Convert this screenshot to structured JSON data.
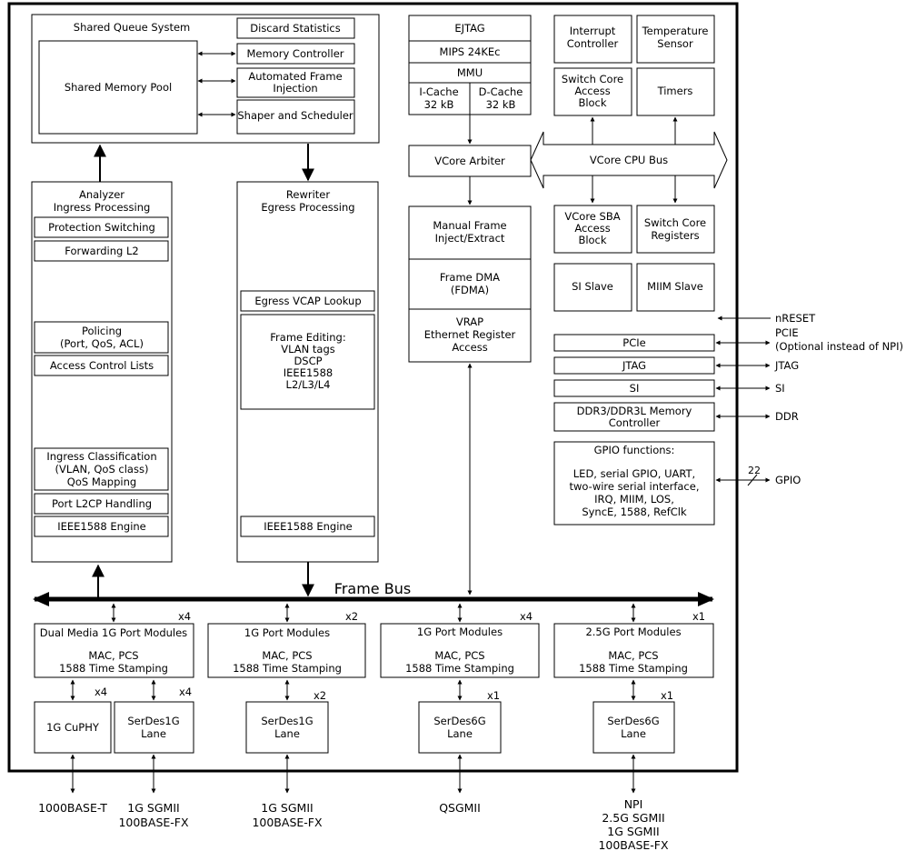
{
  "shared_queue": {
    "title": "Shared Queue System",
    "memory_pool": "Shared Memory Pool",
    "discard_stats": "Discard Statistics",
    "memory_controller": "Memory Controller",
    "afi": [
      "Automated Frame",
      "Injection"
    ],
    "shaper": "Shaper and Scheduler"
  },
  "analyzer": {
    "title": [
      "Analyzer",
      "Ingress Processing"
    ],
    "protection": "Protection Switching",
    "forwarding": "Forwarding L2",
    "policing": [
      "Policing",
      "(Port, QoS, ACL)"
    ],
    "acl": "Access Control Lists",
    "classification": [
      "Ingress Classification",
      "(VLAN, QoS class)",
      "QoS Mapping"
    ],
    "l2cp": "Port L2CP Handling",
    "ieee1588": "IEEE1588 Engine"
  },
  "rewriter": {
    "title": [
      "Rewriter",
      "Egress Processing"
    ],
    "vcap": "Egress VCAP Lookup",
    "editing": [
      "Frame Editing:",
      "VLAN tags",
      "DSCP",
      "IEEE1588",
      "L2/L3/L4"
    ],
    "ieee1588": "IEEE1588 Engine"
  },
  "cpu": {
    "ejtag": "EJTAG",
    "mips": "MIPS 24KEc",
    "mmu": "MMU",
    "icache": [
      "I-Cache",
      "32 kB"
    ],
    "dcache": [
      "D-Cache",
      "32 kB"
    ],
    "arbiter": "VCore Arbiter",
    "manual_frame": [
      "Manual Frame",
      "Inject/Extract"
    ],
    "fdma": [
      "Frame DMA",
      "(FDMA)"
    ],
    "vrap": [
      "VRAP",
      "Ethernet Register",
      "Access"
    ]
  },
  "right_blocks": {
    "interrupt": [
      "Interrupt",
      "Controller"
    ],
    "temperature": [
      "Temperature",
      "Sensor"
    ],
    "switch_core_access": [
      "Switch Core",
      "Access",
      "Block"
    ],
    "timers": "Timers",
    "cpu_bus": "VCore CPU Bus",
    "vcore_sba": [
      "VCore SBA",
      "Access",
      "Block"
    ],
    "switch_core_regs": [
      "Switch Core",
      "Registers"
    ],
    "si_slave": "SI Slave",
    "miim_slave": "MIIM Slave",
    "pcie": "PCIe",
    "jtag": "JTAG",
    "si": "SI",
    "ddr": [
      "DDR3/DDR3L Memory",
      "Controller"
    ],
    "gpio": [
      "GPIO functions:",
      "LED, serial GPIO, UART,",
      "two-wire serial interface,",
      "IRQ, MIIM, LOS,",
      "SyncE, 1588, RefClk"
    ]
  },
  "external": {
    "nreset": "nRESET",
    "pcie": [
      "PCIE",
      "(Optional instead of NPI)"
    ],
    "jtag": "JTAG",
    "si": "SI",
    "ddr": "DDR",
    "gpio": "GPIO",
    "gpio_width": "22"
  },
  "frame_bus": "Frame Bus",
  "ports": [
    {
      "title": "Dual Media 1G Port Modules",
      "mult": "x4",
      "body": [
        "MAC, PCS",
        "1588 Time Stamping"
      ]
    },
    {
      "title": "1G Port Modules",
      "mult": "x2",
      "body": [
        "MAC, PCS",
        "1588 Time Stamping"
      ]
    },
    {
      "title": "1G Port Modules",
      "mult": "x4",
      "body": [
        "MAC, PCS",
        "1588 Time Stamping"
      ]
    },
    {
      "title": "2.5G Port Modules",
      "mult": "x1",
      "body": [
        "MAC, PCS",
        "1588 Time Stamping"
      ]
    }
  ],
  "phys": [
    {
      "label": [
        "1G CuPHY"
      ],
      "mult": "x4"
    },
    {
      "label": [
        "SerDes1G",
        "Lane"
      ],
      "mult": "x4"
    },
    {
      "label": [
        "SerDes1G",
        "Lane"
      ],
      "mult": "x2"
    },
    {
      "label": [
        "SerDes6G",
        "Lane"
      ],
      "mult": "x1"
    },
    {
      "label": [
        "SerDes6G",
        "Lane"
      ],
      "mult": "x1"
    }
  ],
  "bottom_labels": {
    "b1000t": "1000BASE-T",
    "sgmii1": [
      "1G SGMII",
      "100BASE-FX"
    ],
    "sgmii2": [
      "1G SGMII",
      "100BASE-FX"
    ],
    "qsgmii": "QSGMII",
    "npi": [
      "NPI",
      "2.5G SGMII",
      "1G SGMII",
      "100BASE-FX"
    ]
  }
}
